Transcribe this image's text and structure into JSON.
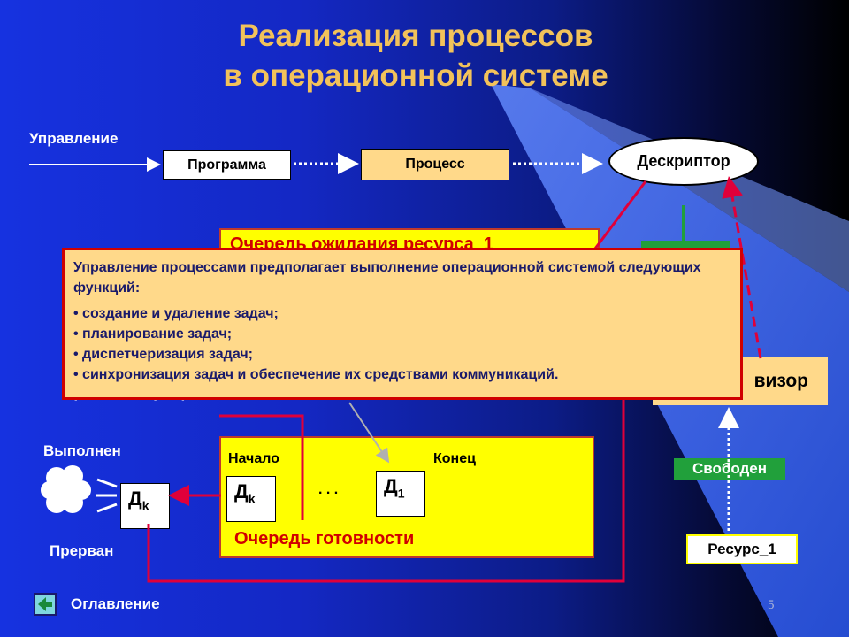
{
  "title": {
    "line1": "Реализация процессов",
    "line2": "в операционной системе"
  },
  "flow": {
    "control_label": "Управление",
    "program": "Программа",
    "process": "Процесс",
    "descriptor": "Дескриптор"
  },
  "hidden_partial": {
    "wait_queue": "Очередь ожидания ресурса_1",
    "behind_popup_text": "Хранения, приоритет"
  },
  "popup": {
    "intro": "Управление процессами предполагает выполнение операционной системой следующих функций:",
    "items": [
      "• создание и удаление задач;",
      "• планирование задач;",
      "• диспетчеризация задач;",
      "• синхронизация задач и обеспечение их средствами коммуникаций."
    ]
  },
  "states": {
    "completed": "Выполнен",
    "interrupted": "Прерван",
    "free": "Свободен"
  },
  "supervisor_partial": "визор",
  "resource": "Ресурс_1",
  "ready_queue": {
    "start": "Начало",
    "end": "Конец",
    "ellipsis": ". . .",
    "label": "Очередь готовности",
    "d_letter": "Д",
    "d_first_sub": "k",
    "d_last_sub": "1"
  },
  "running_d": {
    "letter": "Д",
    "sub": "k"
  },
  "nav": {
    "toc": "Оглавление"
  },
  "page_number": "5",
  "colors": {
    "title": "#f2c25a",
    "highlight": "#ffd98a",
    "queue": "#ffff00",
    "arrow_red": "#e0003a",
    "free_green": "#21a03b"
  }
}
